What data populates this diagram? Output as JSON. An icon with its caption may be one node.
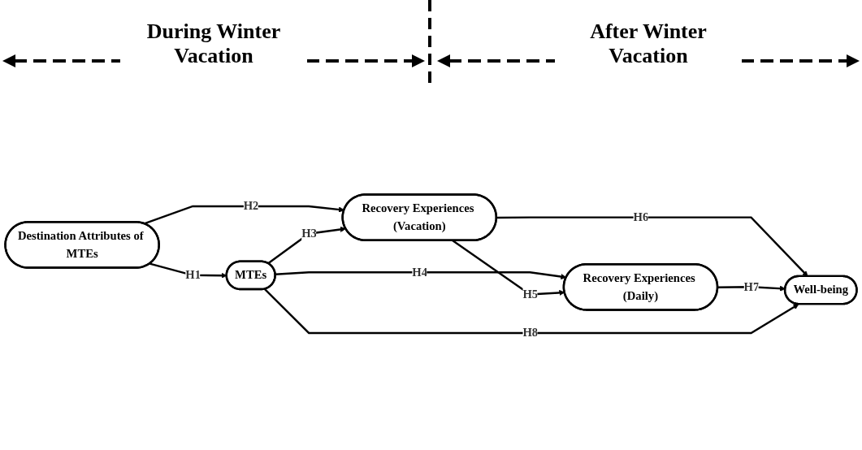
{
  "diagram": {
    "nodes": [
      {
        "text": [
          "Destination Attributes of MTEs"
        ]
      },
      {
        "text": [
          "MTEs"
        ]
      },
      {
        "text": [
          "Recovery Experiences (Vacation)"
        ]
      },
      {
        "text": [
          "Recovery Experiences (Daily)"
        ]
      },
      {
        "text": [
          "Well-being"
        ]
      }
    ],
    "edges": [
      {
        "from": 0,
        "to": 1,
        "arrow": "to",
        "label": "H1"
      },
      {
        "from": 0,
        "to": 2,
        "arrow": "to",
        "label": "H2"
      },
      {
        "from": 1,
        "to": 2,
        "arrow": "to",
        "label": "H3"
      },
      {
        "from": 1,
        "to": 3,
        "arrow": "to",
        "label": "H4"
      },
      {
        "from": 2,
        "to": 3,
        "arrow": "to",
        "label": "H5"
      },
      {
        "from": 2,
        "to": 4,
        "arrow": "to",
        "label": "H6"
      },
      {
        "from": 3,
        "to": 4,
        "arrow": "to",
        "label": "H7"
      },
      {
        "from": 1,
        "to": 4,
        "arrow": "to",
        "label": "H8"
      }
    ],
    "labels": [
      "During Winter Vacation",
      "After Winter Vacation"
    ]
  }
}
